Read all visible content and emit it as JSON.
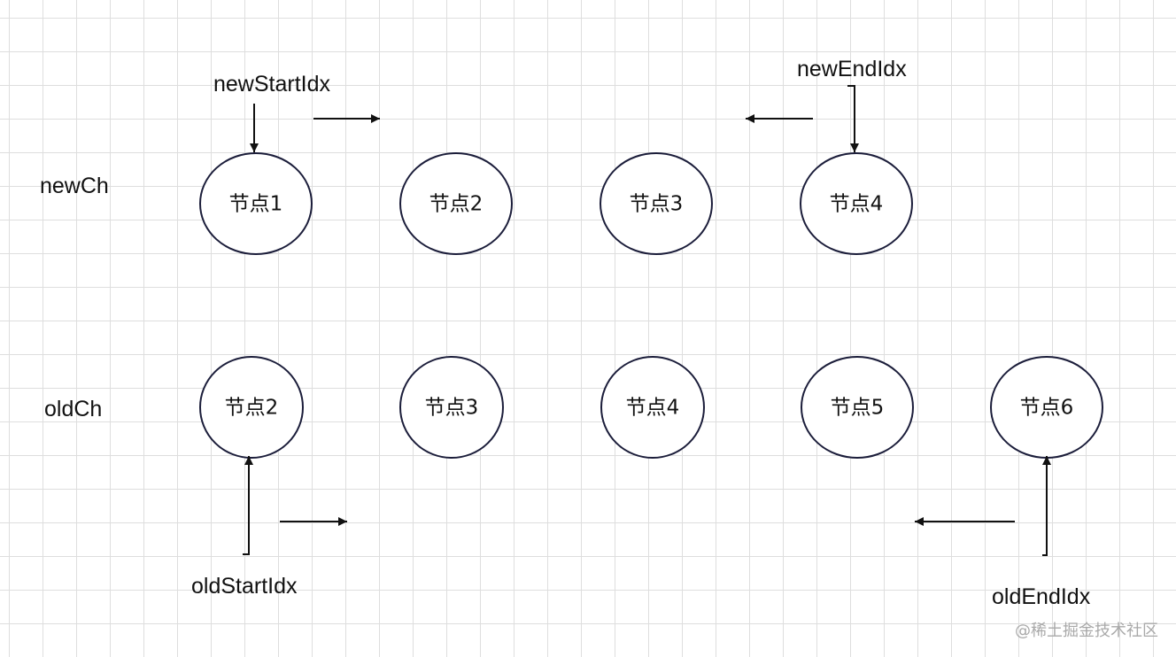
{
  "rows": {
    "new": {
      "label": "newCh",
      "nodes": [
        "节点1",
        "节点2",
        "节点3",
        "节点4"
      ]
    },
    "old": {
      "label": "oldCh",
      "nodes": [
        "节点2",
        "节点3",
        "节点4",
        "节点5",
        "节点6"
      ]
    }
  },
  "pointers": {
    "new_start": "newStartIdx",
    "new_end": "newEndIdx",
    "old_start": "oldStartIdx",
    "old_end": "oldEndIdx"
  },
  "colors": {
    "node_stroke": "#1b1d3a",
    "text": "#111111",
    "grid": "#dedede"
  },
  "watermark": "@稀土掘金技术社区"
}
